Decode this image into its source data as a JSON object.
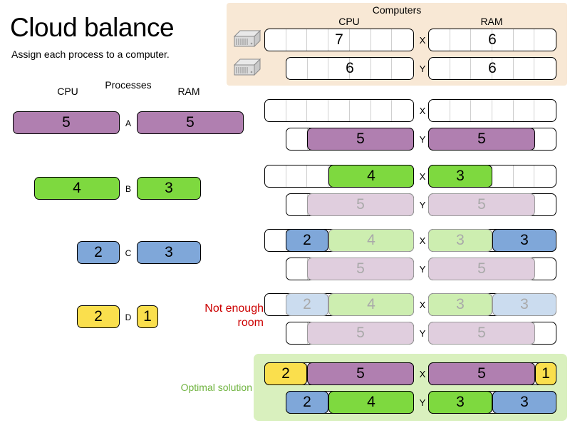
{
  "header": {
    "title": "Cloud balance",
    "subtitle": "Assign each process to a computer."
  },
  "labels": {
    "cpu": "CPU",
    "ram": "RAM",
    "processes": "Processes",
    "computers": "Computers",
    "not_enough_room": "Not enough\nroom",
    "not_enough_room_line1": "Not enough",
    "not_enough_room_line2": "room",
    "optimal_solution": "Optimal solution"
  },
  "colors": {
    "purple": "#b07fb0",
    "purple_faded": "#e0cede",
    "green": "#7ed93f",
    "green_faded": "#cdeeb0",
    "blue": "#7fa7d9",
    "blue_faded": "#cbdcef",
    "yellow": "#fadf4d",
    "yellow_faded": "#fbf0b5",
    "panel_computers": "#f8e8d5",
    "panel_optimal": "#d9f0be",
    "optimal_text": "#6fb33f",
    "warning_text": "#cc0000",
    "bar_empty": "#ffffff"
  },
  "computers": [
    {
      "name": "X",
      "cpu": 7,
      "ram": 6,
      "icon": "server-icon"
    },
    {
      "name": "Y",
      "cpu": 6,
      "ram": 6,
      "icon": "server-icon"
    }
  ],
  "processes": [
    {
      "name": "A",
      "cpu": 5,
      "ram": 5,
      "color": "purple"
    },
    {
      "name": "B",
      "cpu": 4,
      "ram": 3,
      "color": "green"
    },
    {
      "name": "C",
      "cpu": 2,
      "ram": 3,
      "color": "blue"
    },
    {
      "name": "D",
      "cpu": 2,
      "ram": 1,
      "color": "yellow"
    }
  ],
  "steps": [
    {
      "id": "step-1",
      "rows": [
        {
          "computer": "X",
          "cpu_segments": [],
          "ram_segments": []
        },
        {
          "computer": "Y",
          "cpu_segments": [
            {
              "process": "A",
              "value": 5,
              "color": "purple",
              "active": true
            }
          ],
          "ram_segments": [
            {
              "process": "A",
              "value": 5,
              "color": "purple",
              "active": true
            }
          ]
        }
      ]
    },
    {
      "id": "step-2",
      "rows": [
        {
          "computer": "X",
          "cpu_segments": [
            {
              "process": "B",
              "value": 4,
              "color": "green",
              "active": true
            }
          ],
          "ram_segments": [
            {
              "process": "B",
              "value": 3,
              "color": "green",
              "active": true
            }
          ]
        },
        {
          "computer": "Y",
          "cpu_segments": [
            {
              "process": "A",
              "value": 5,
              "color": "purple",
              "active": false
            }
          ],
          "ram_segments": [
            {
              "process": "A",
              "value": 5,
              "color": "purple",
              "active": false
            }
          ]
        }
      ]
    },
    {
      "id": "step-3",
      "rows": [
        {
          "computer": "X",
          "cpu_segments": [
            {
              "process": "C",
              "value": 2,
              "color": "blue",
              "active": true
            },
            {
              "process": "B",
              "value": 4,
              "color": "green",
              "active": false
            }
          ],
          "ram_segments": [
            {
              "process": "B",
              "value": 3,
              "color": "green",
              "active": false
            },
            {
              "process": "C",
              "value": 3,
              "color": "blue",
              "active": true
            }
          ]
        },
        {
          "computer": "Y",
          "cpu_segments": [
            {
              "process": "A",
              "value": 5,
              "color": "purple",
              "active": false
            }
          ],
          "ram_segments": [
            {
              "process": "A",
              "value": 5,
              "color": "purple",
              "active": false
            }
          ]
        }
      ]
    },
    {
      "id": "step-4",
      "rows": [
        {
          "computer": "X",
          "cpu_segments": [
            {
              "process": "C",
              "value": 2,
              "color": "blue",
              "active": false
            },
            {
              "process": "B",
              "value": 4,
              "color": "green",
              "active": false
            }
          ],
          "ram_segments": [
            {
              "process": "B",
              "value": 3,
              "color": "green",
              "active": false
            },
            {
              "process": "C",
              "value": 3,
              "color": "blue",
              "active": false
            }
          ]
        },
        {
          "computer": "Y",
          "cpu_segments": [
            {
              "process": "A",
              "value": 5,
              "color": "purple",
              "active": false
            }
          ],
          "ram_segments": [
            {
              "process": "A",
              "value": 5,
              "color": "purple",
              "active": false
            }
          ]
        }
      ]
    }
  ],
  "optimal": {
    "rows": [
      {
        "computer": "X",
        "cpu_segments": [
          {
            "process": "D",
            "value": 2,
            "color": "yellow",
            "active": true
          },
          {
            "process": "A",
            "value": 5,
            "color": "purple",
            "active": true
          }
        ],
        "ram_segments": [
          {
            "process": "A",
            "value": 5,
            "color": "purple",
            "active": true
          },
          {
            "process": "D",
            "value": 1,
            "color": "yellow",
            "active": true
          }
        ]
      },
      {
        "computer": "Y",
        "cpu_segments": [
          {
            "process": "C",
            "value": 2,
            "color": "blue",
            "active": true
          },
          {
            "process": "B",
            "value": 4,
            "color": "green",
            "active": true
          }
        ],
        "ram_segments": [
          {
            "process": "B",
            "value": 3,
            "color": "green",
            "active": true
          },
          {
            "process": "C",
            "value": 3,
            "color": "blue",
            "active": true
          }
        ]
      }
    ]
  }
}
